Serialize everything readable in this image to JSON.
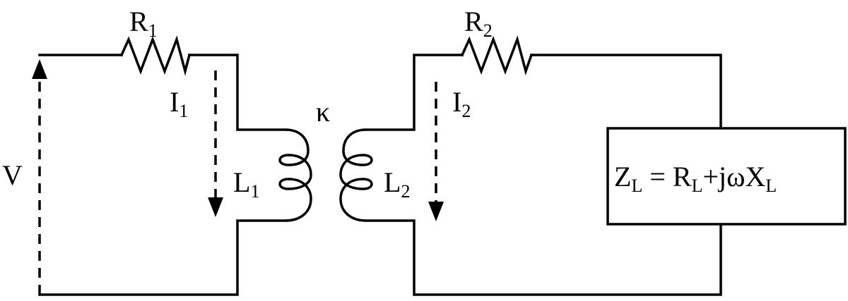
{
  "labels": {
    "r1": {
      "main": "R",
      "sub": "1"
    },
    "r2": {
      "main": "R",
      "sub": "2"
    },
    "i1": {
      "main": "I",
      "sub": "1"
    },
    "i2": {
      "main": "I",
      "sub": "2"
    },
    "l1": {
      "main": "L",
      "sub": "1"
    },
    "l2": {
      "main": "L",
      "sub": "2"
    },
    "v": "V",
    "kappa": "κ"
  },
  "load": {
    "z": "Z",
    "z_sub": "L",
    "eq": " = R",
    "r_sub": "L",
    "mid": "+jωX",
    "x_sub": "L"
  }
}
